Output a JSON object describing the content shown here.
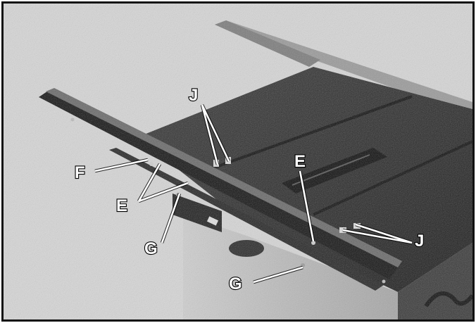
{
  "figure": {
    "callouts": {
      "j_top": "J",
      "j_right": "J",
      "f_left": "F",
      "e_left": "E",
      "e_right": "E",
      "g_left": "G",
      "g_bottom": "G"
    },
    "colors": {
      "background": "#d9d9d9",
      "table_top": "#2b2b2b",
      "rail": "#1a1a1a",
      "cabinet": "#bdbdbd",
      "label_fill": "#ffffff",
      "label_outline": "#000000"
    }
  }
}
